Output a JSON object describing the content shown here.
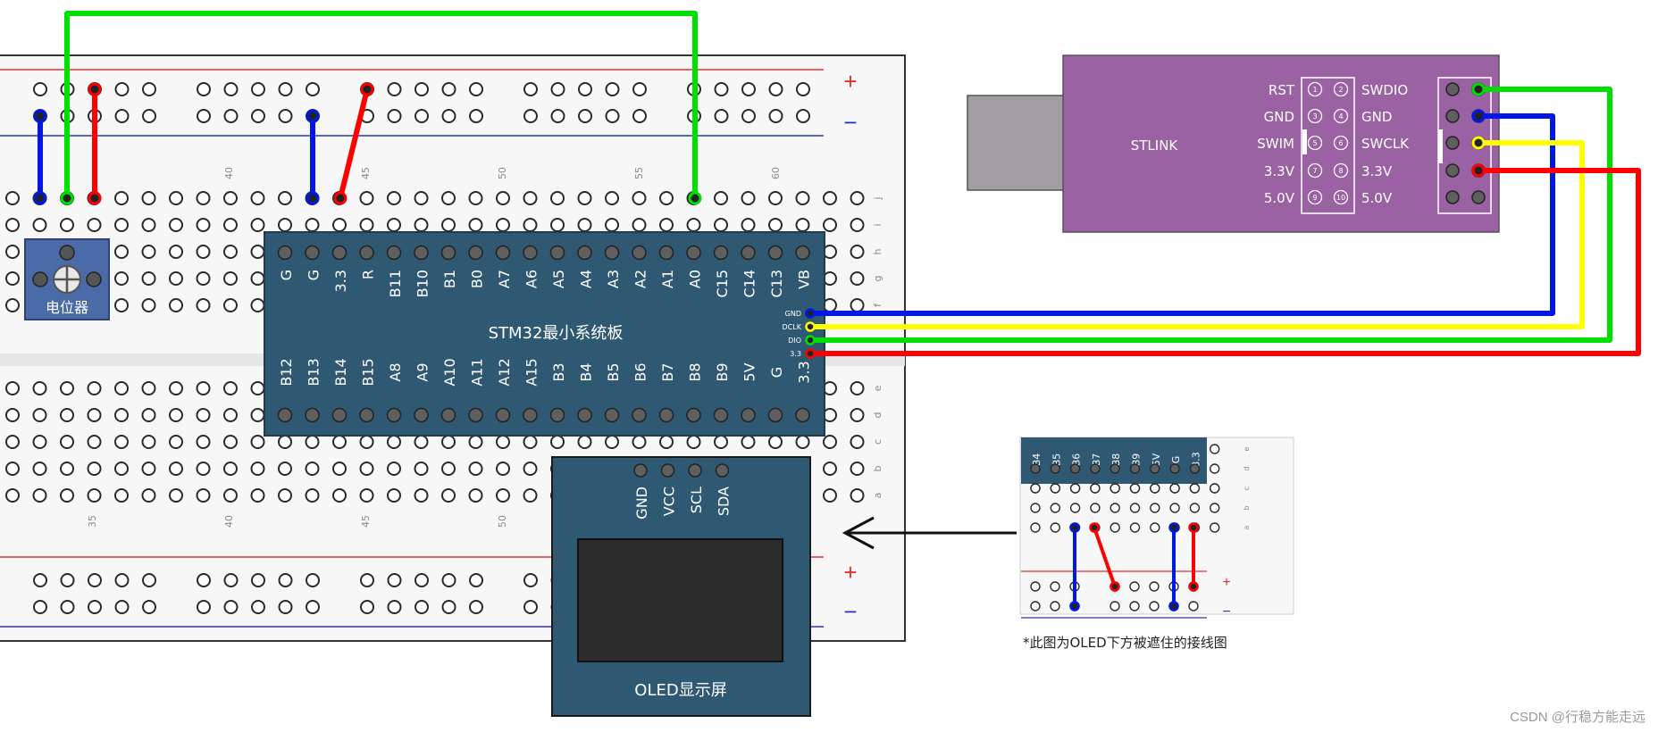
{
  "breadboard": {
    "top_col_numbers": [
      "40",
      "45",
      "50",
      "55",
      "60"
    ],
    "bottom_col_numbers": [
      "35",
      "40",
      "45",
      "50"
    ],
    "row_letters_top": [
      "j",
      "i",
      "h",
      "g",
      "f"
    ],
    "row_letters_bottom": [
      "e",
      "d",
      "c",
      "b",
      "a"
    ],
    "rail_plus": "+",
    "rail_minus": "−"
  },
  "potentiometer": {
    "label": "电位器"
  },
  "stm32": {
    "title": "STM32最小系统板",
    "top_pins": [
      "G",
      "G",
      "3.3",
      "R",
      "B11",
      "B10",
      "B1",
      "B0",
      "A7",
      "A6",
      "A5",
      "A4",
      "A3",
      "A2",
      "A1",
      "A0",
      "C15",
      "C14",
      "C13",
      "VB"
    ],
    "bottom_pins": [
      "B12",
      "B13",
      "B14",
      "B15",
      "A8",
      "A9",
      "A10",
      "A11",
      "A12",
      "A15",
      "B3",
      "B4",
      "B5",
      "B6",
      "B7",
      "B8",
      "B9",
      "5V",
      "G",
      "3.3"
    ],
    "swd_pins": [
      "GND",
      "DCLK",
      "DIO",
      "3.3"
    ]
  },
  "oled": {
    "label": "OLED显示屏",
    "pins": [
      "GND",
      "VCC",
      "SCL",
      "SDA"
    ]
  },
  "stlink": {
    "label": "STLINK",
    "left_labels": [
      "RST",
      "GND",
      "SWIM",
      "3.3V",
      "5.0V"
    ],
    "right_labels": [
      "SWDIO",
      "GND",
      "SWCLK",
      "3.3V",
      "5.0V"
    ],
    "pin_numbers": [
      "1",
      "2",
      "3",
      "4",
      "5",
      "6",
      "7",
      "8",
      "9",
      "10"
    ]
  },
  "inset": {
    "pins": [
      "B4",
      "B5",
      "B6",
      "B7",
      "B8",
      "B9",
      "5V",
      "G",
      "3.3"
    ],
    "row_letters": [
      "e",
      "d",
      "c",
      "b",
      "a"
    ],
    "caption": "*此图为OLED下方被遮住的接线图",
    "rail_plus": "+",
    "rail_minus": "−"
  },
  "watermark": "CSDN @行稳方能走远",
  "colors": {
    "board": "#2f5972",
    "stlink": "#9a62a3",
    "pot": "#4a6aa8",
    "wire_green": "#00e000",
    "wire_red": "#ff0000",
    "wire_blue": "#0018e6",
    "wire_yellow": "#ffff00"
  }
}
